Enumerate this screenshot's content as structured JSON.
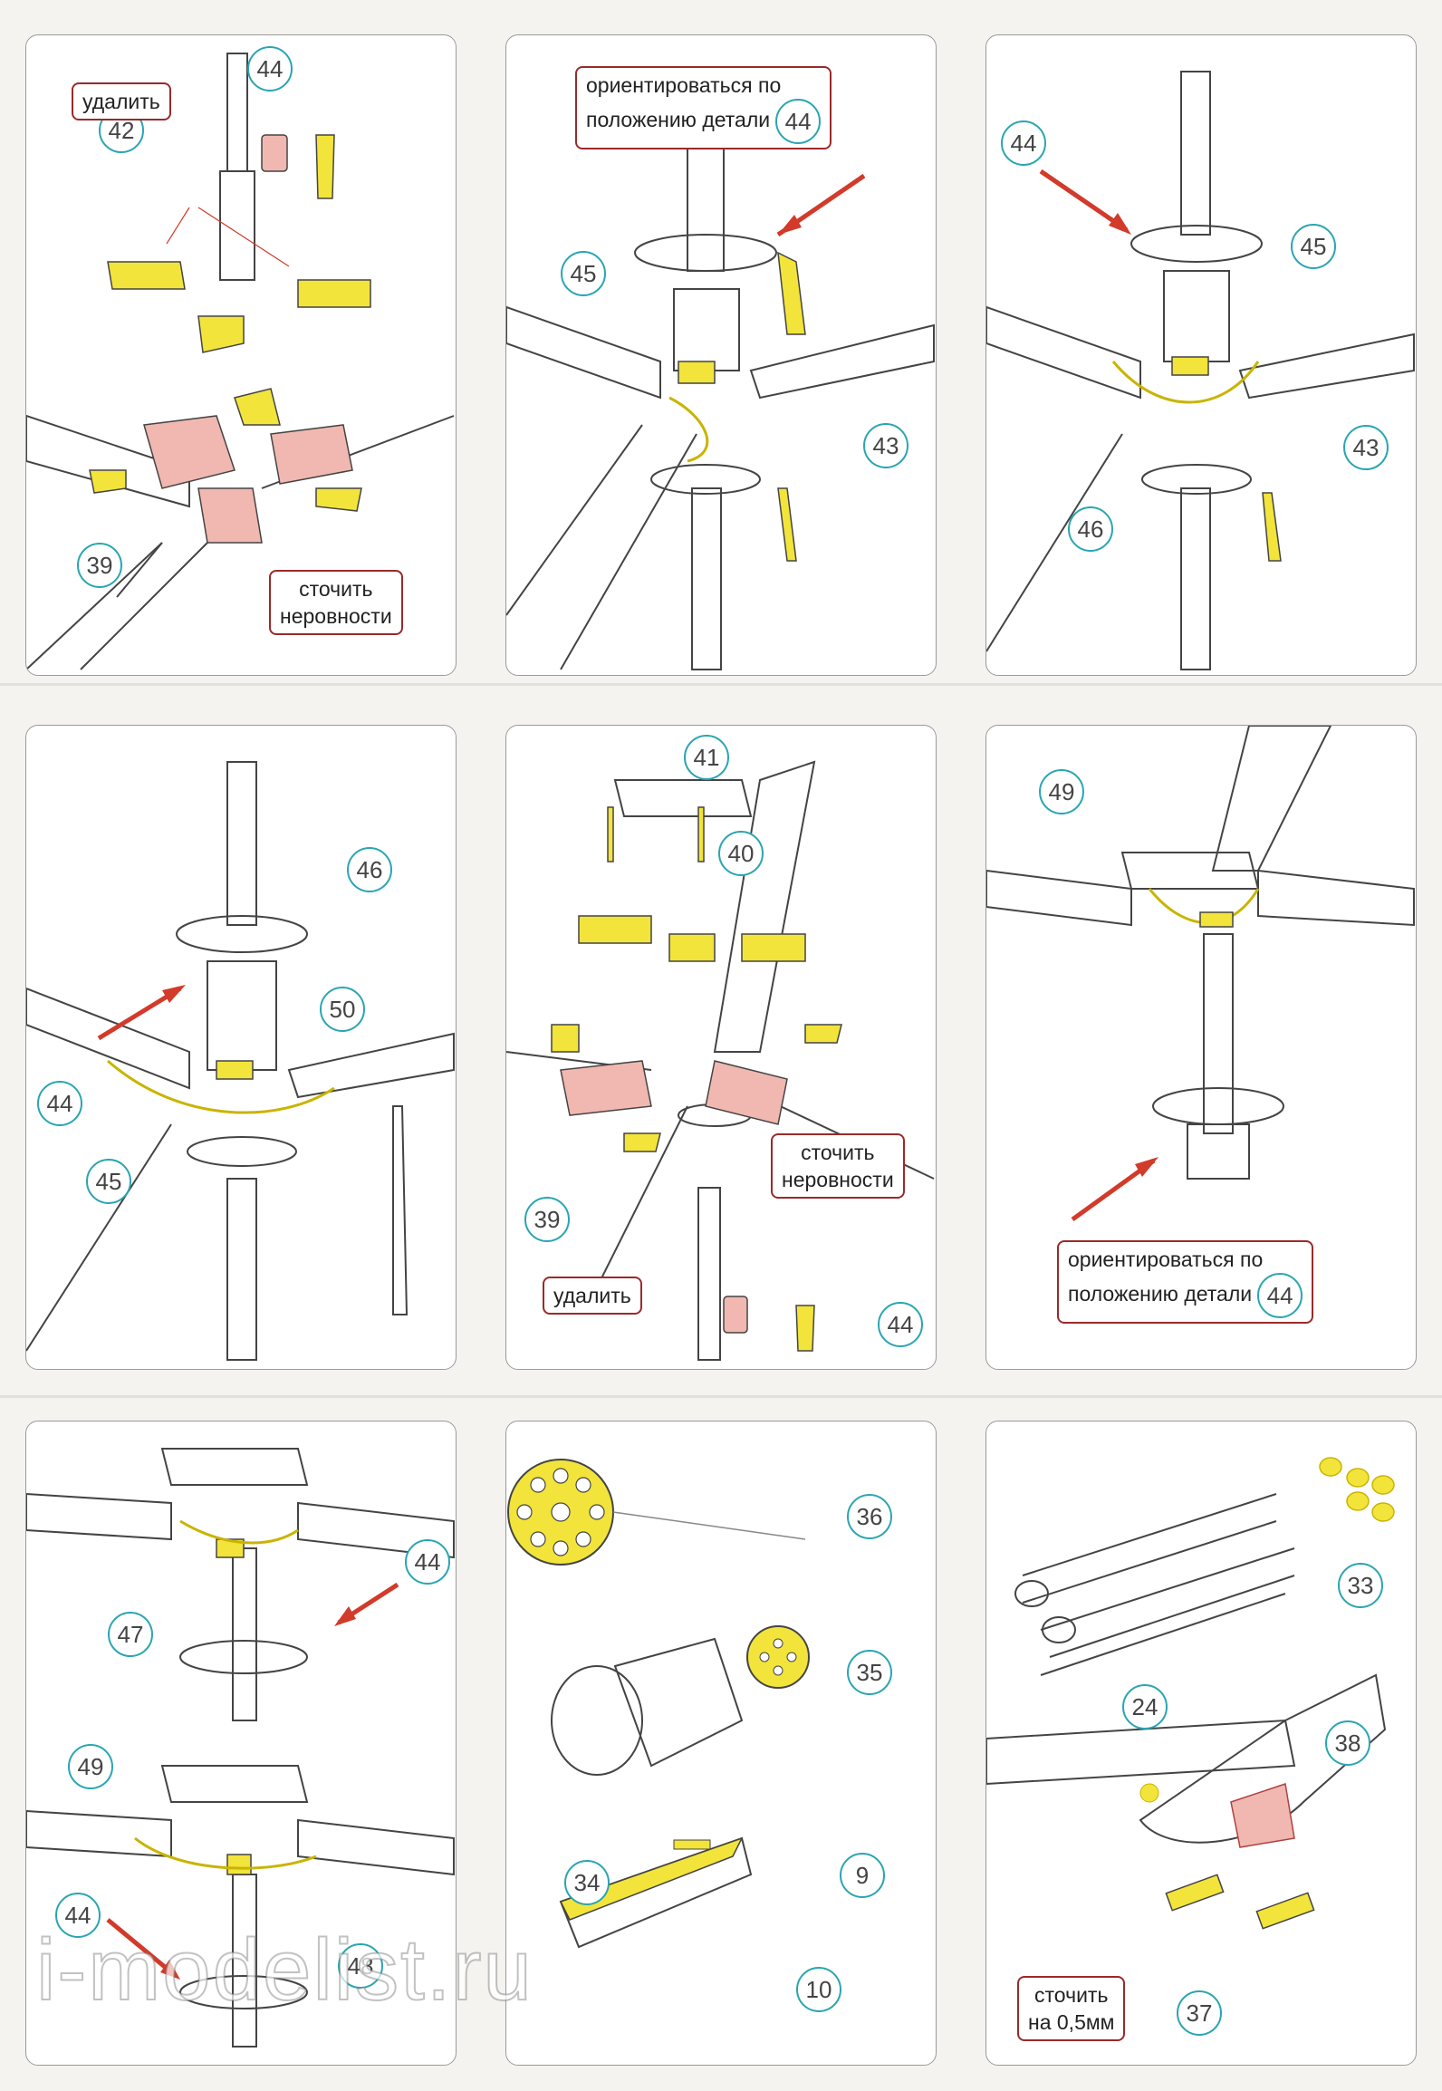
{
  "notes": {
    "remove": "удалить",
    "orient": "ориентироваться по положению детали",
    "orient_line1": "ориентироваться по",
    "orient_line2": "положению детали",
    "grind": "сточить неровности",
    "grind_line1": "сточить",
    "grind_line2": "неровности",
    "grind_mm_line1": "сточить",
    "grind_mm_line2": "на 0,5мм"
  },
  "panels": [
    {
      "id": "p1",
      "callouts": [
        "44",
        "42",
        "39"
      ],
      "notes": [
        "удалить",
        "сточить неровности"
      ]
    },
    {
      "id": "p2",
      "callouts": [
        "44",
        "45",
        "43"
      ],
      "notes": [
        "ориентироваться по положению детали"
      ]
    },
    {
      "id": "p3",
      "callouts": [
        "44",
        "45",
        "43",
        "46"
      ],
      "notes": []
    },
    {
      "id": "p4",
      "callouts": [
        "46",
        "50",
        "44",
        "45"
      ],
      "notes": []
    },
    {
      "id": "p5",
      "callouts": [
        "41",
        "40",
        "39",
        "44"
      ],
      "notes": [
        "сточить неровности",
        "удалить"
      ]
    },
    {
      "id": "p6",
      "callouts": [
        "49",
        "44"
      ],
      "notes": [
        "ориентироваться по положению детали"
      ]
    },
    {
      "id": "p7",
      "callouts": [
        "44",
        "47",
        "49",
        "44",
        "48"
      ],
      "notes": []
    },
    {
      "id": "p8",
      "callouts": [
        "36",
        "35",
        "34",
        "9",
        "10"
      ],
      "notes": []
    },
    {
      "id": "p9",
      "callouts": [
        "33",
        "24",
        "38",
        "37"
      ],
      "notes": [
        "сточить на 0,5мм"
      ]
    }
  ],
  "watermark": "i-modelist.ru",
  "colors": {
    "photoetch": "#f2e43a",
    "resin": "#f0b8b0",
    "callout_ring": "#2aa5b2",
    "note_border": "#9a2a2a",
    "arrow": "#d23a2a"
  }
}
